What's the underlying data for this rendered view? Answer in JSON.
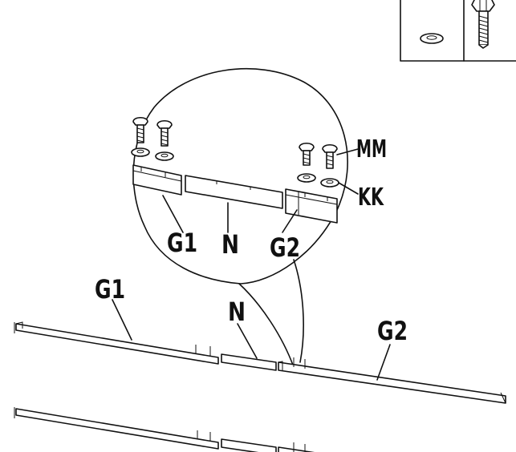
{
  "labels": {
    "mm": "MM",
    "kk": "KK",
    "g1_detail": "G1",
    "n_detail": "N",
    "g2_detail": "G2",
    "g1_main": "G1",
    "n_main": "N",
    "g2_main": "G2"
  },
  "icons": {
    "washer": "washer-icon",
    "bolt": "bolt-icon"
  },
  "colors": {
    "line": "#111111",
    "background": "#ffffff"
  }
}
